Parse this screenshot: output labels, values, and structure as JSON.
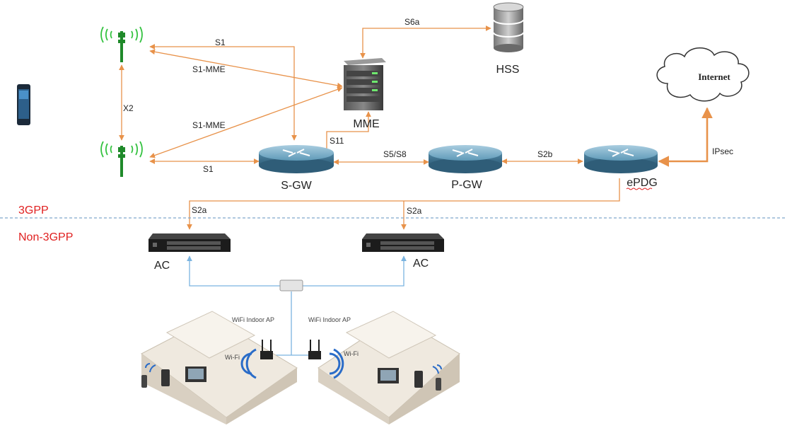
{
  "labels": {
    "s1_top": "S1",
    "s1_bottom": "S1",
    "s1_mme_top": "S1-MME",
    "s1_mme_bottom": "S1-MME",
    "x2": "X2",
    "s6a": "S6a",
    "hss": "HSS",
    "mme": "MME",
    "s11": "S11",
    "s5_s8": "S5/S8",
    "s2b": "S2b",
    "sgw": "S-GW",
    "pgw": "P-GW",
    "epdg": "ePDG",
    "ipsec": "IPsec",
    "internet": "Internet",
    "s2a_left": "S2a",
    "s2a_right": "S2a",
    "ac_left": "AC",
    "ac_right": "AC",
    "wifi_ap_left": "WiFi Indoor AP",
    "wifi_ap_right": "WiFi Indoor AP",
    "wifi_left": "Wi-Fi",
    "wifi_right": "Wi-Fi"
  },
  "zones": {
    "upper": "3GPP",
    "lower": "Non-3GPP"
  },
  "colors": {
    "link": "#e8924a",
    "wifi_link": "#7bb4e0",
    "zone_text": "#e02020",
    "divider": "#7fa8cc"
  }
}
